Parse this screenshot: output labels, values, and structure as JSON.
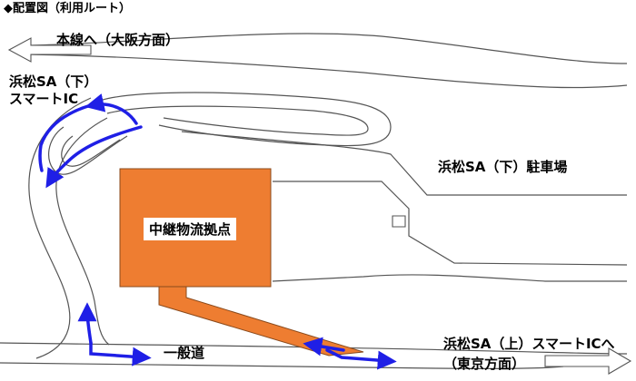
{
  "title": "◆配置図（利用ルート）",
  "labels": {
    "main_line_osaka": "本線へ（大阪方面）",
    "smart_ic_down_line1": "浜松SA（下）",
    "smart_ic_down_line2": "スマートIC",
    "parking_down": "浜松SA（下）駐車場",
    "facility": "中継物流拠点",
    "local_road": "一般道",
    "smart_ic_up_line1": "浜松SA（上）スマートICへ",
    "smart_ic_up_line2": "（東京方面）"
  },
  "colors": {
    "facility_fill": "#ee7d31",
    "facility_stroke": "#8a4a1c",
    "route_arrow": "#1f1fe6",
    "road_line": "#555555"
  }
}
